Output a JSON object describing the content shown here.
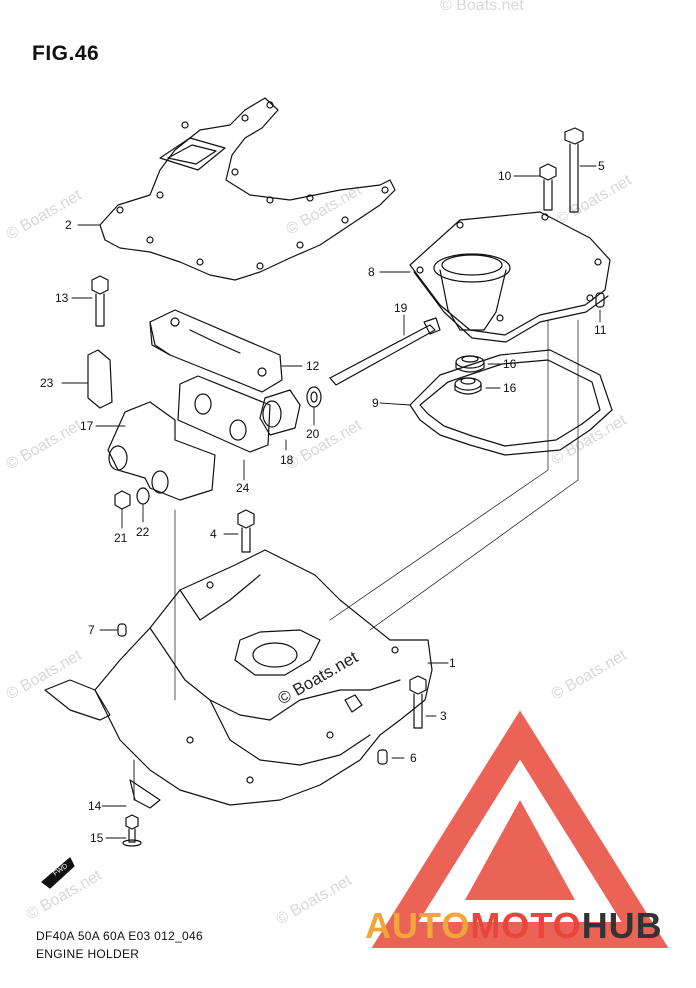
{
  "figure": {
    "title": "FIG.46"
  },
  "footer": {
    "code": "DF40A 50A 60A E03 012_046",
    "name": "ENGINE HOLDER"
  },
  "watermark": {
    "text": "© Boats.net"
  },
  "brand": {
    "part1": "AUTO",
    "part2": "MOTO",
    "part3": "HUB",
    "accent_color": "#e8463a"
  },
  "fwd_label": "FWD",
  "callouts": [
    "1",
    "2",
    "3",
    "4",
    "5",
    "6",
    "7",
    "8",
    "9",
    "10",
    "11",
    "12",
    "13",
    "14",
    "15",
    "16",
    "16",
    "17",
    "18",
    "19",
    "20",
    "21",
    "22",
    "23",
    "24"
  ]
}
